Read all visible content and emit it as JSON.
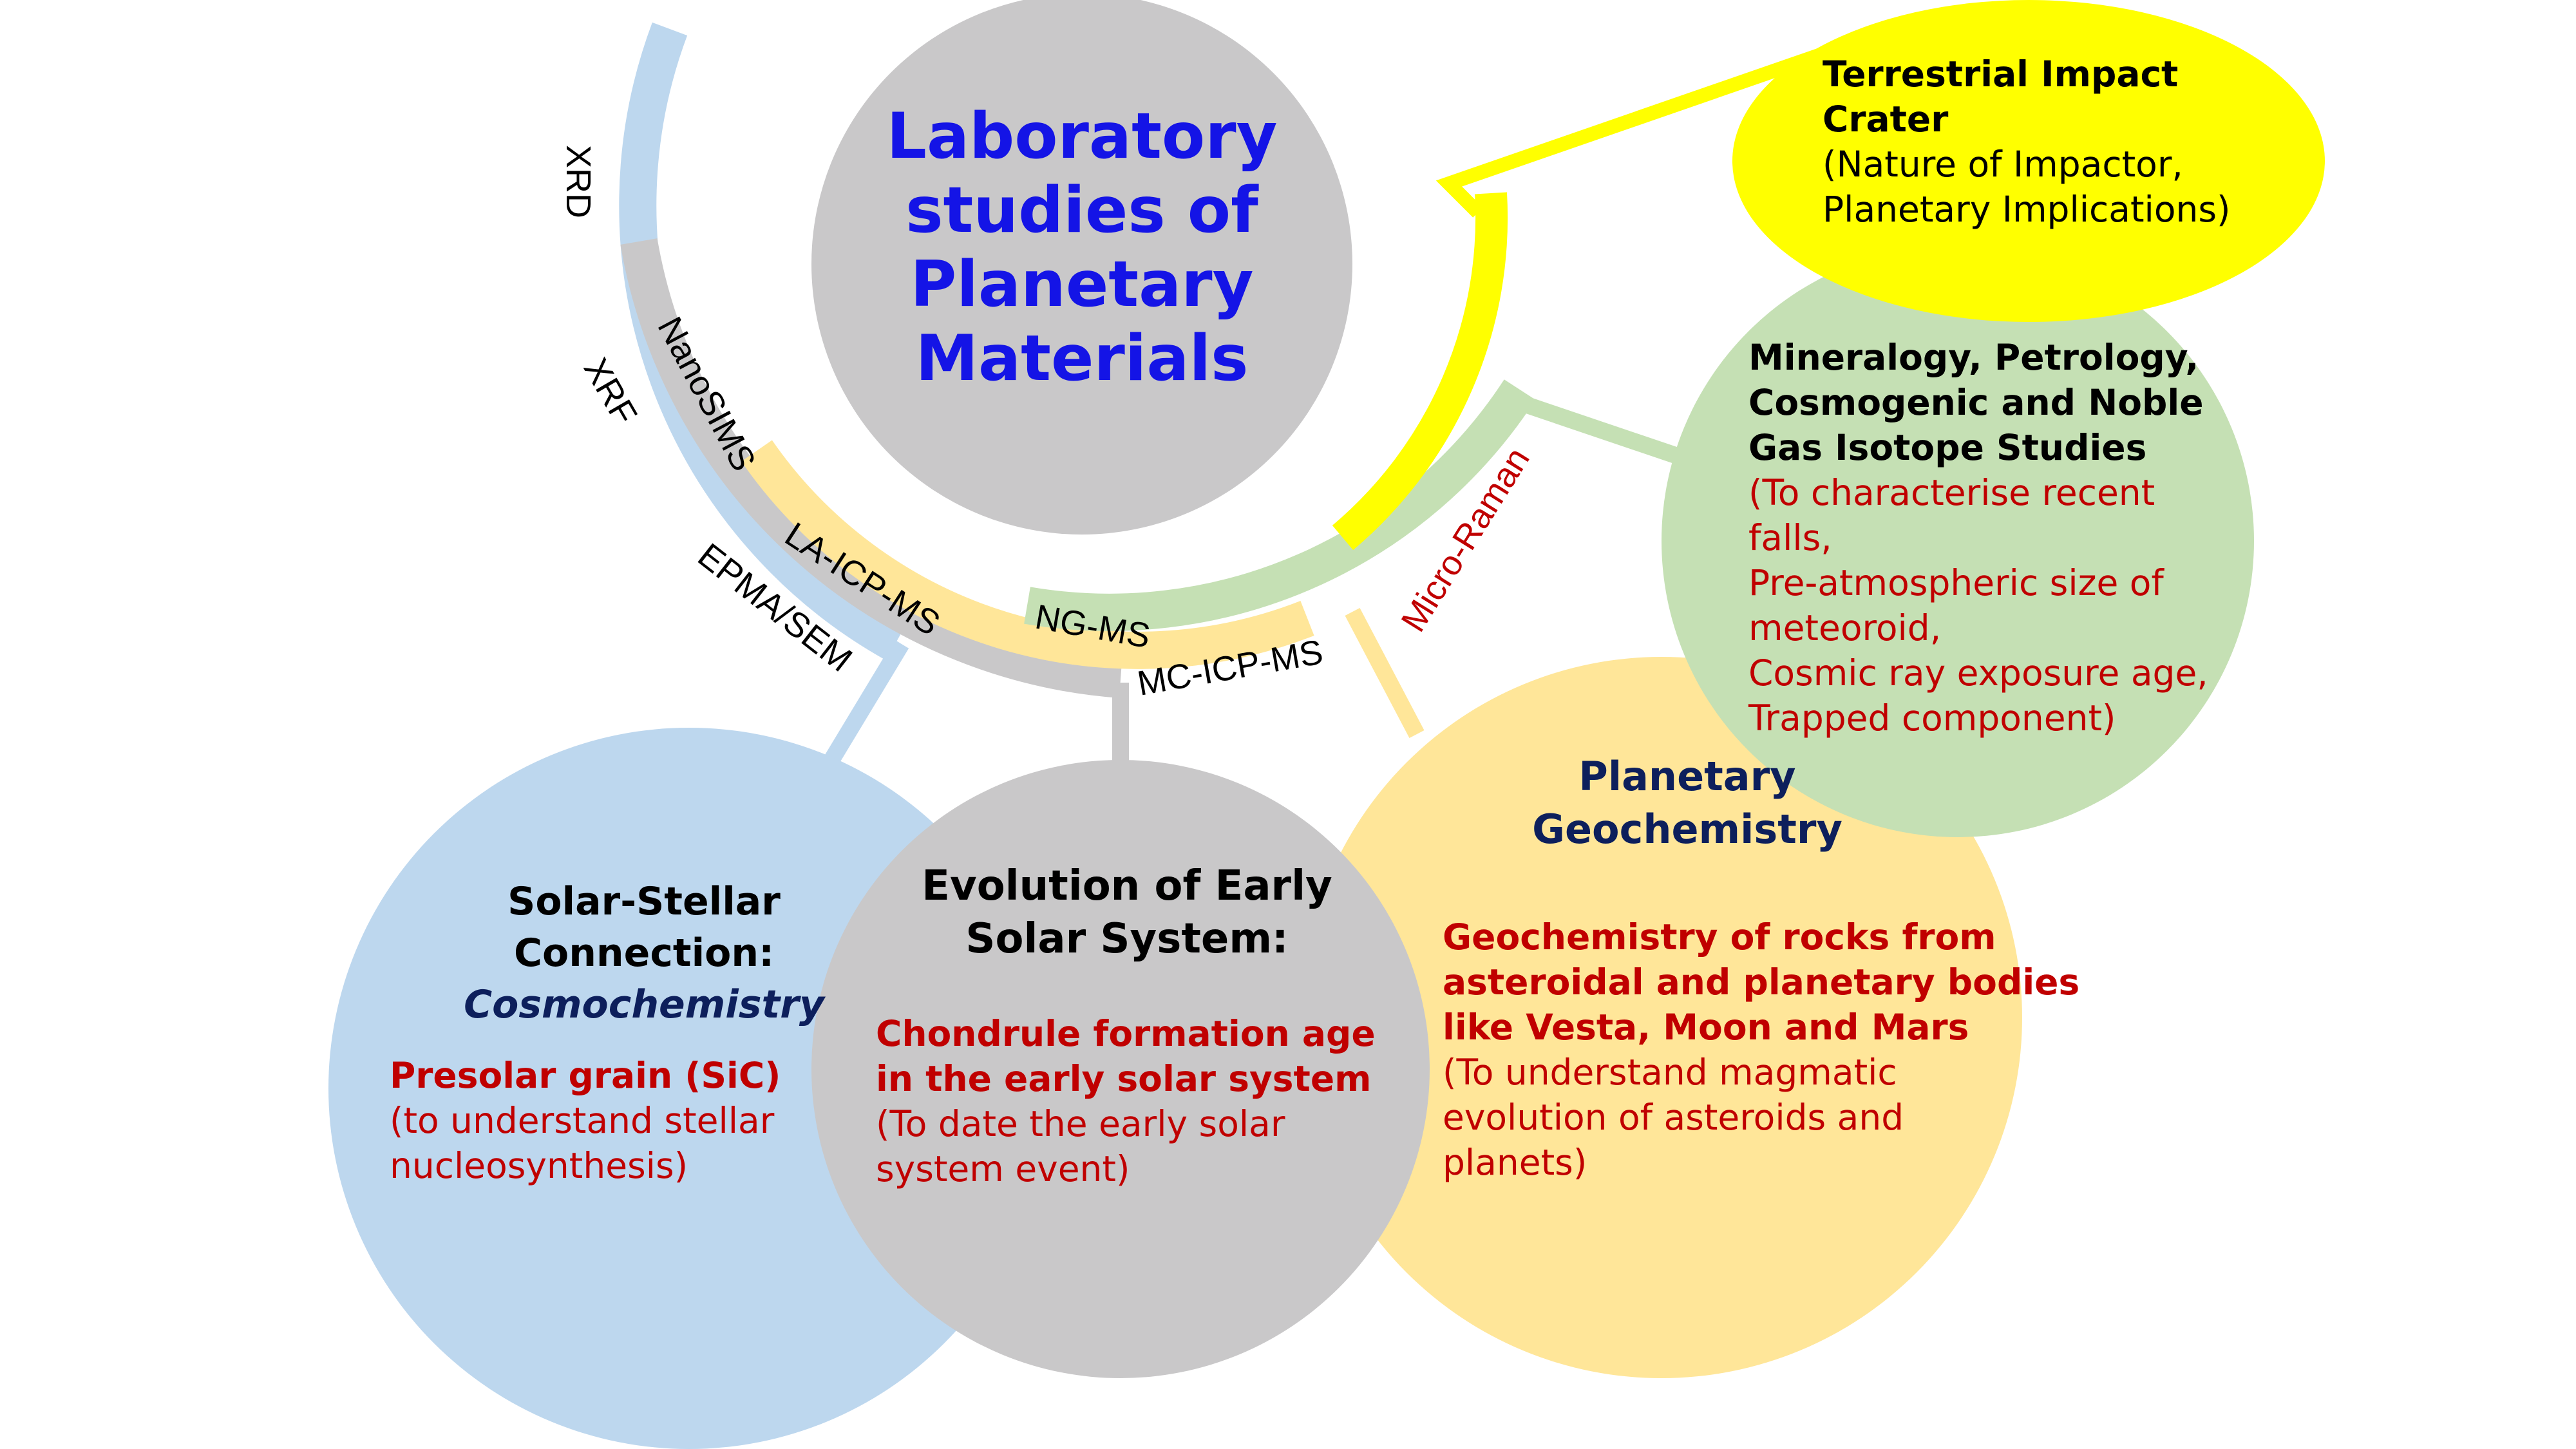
{
  "central": {
    "title_lines": [
      "Laboratory",
      "studies of",
      "Planetary",
      "Materials"
    ]
  },
  "techniques": {
    "xrd": "XRD",
    "xrf": "XRF",
    "nanosims": "NanoSIMS",
    "epma_sem": "EPMA/SEM",
    "la_icp_ms": "LA-ICP-MS",
    "ng_ms": "NG-MS",
    "mc_icp_ms": "MC-ICP-MS",
    "micro_raman": "Micro-Raman"
  },
  "cosmochemistry": {
    "title_lines": [
      "Solar-Stellar",
      "Connection:"
    ],
    "subtitle": "Cosmochemistry",
    "body_bold": "Presolar grain (SiC)",
    "body_lines": [
      "(to understand stellar",
      "nucleosynthesis)"
    ]
  },
  "early_solar_system": {
    "title_lines": [
      "Evolution of Early",
      "Solar System:"
    ],
    "body_bold_lines": [
      "Chondrule formation age",
      "in the early solar system"
    ],
    "body_lines": [
      "(To date the early solar",
      "system event)"
    ]
  },
  "planetary_geochemistry": {
    "title_lines": [
      "Planetary",
      "Geochemistry"
    ],
    "body_bold_lines": [
      "Geochemistry of rocks from",
      "asteroidal and planetary bodies",
      "like Vesta, Moon and Mars"
    ],
    "body_lines": [
      "(To understand magmatic",
      "evolution of asteroids and",
      "planets)"
    ]
  },
  "mineralogy": {
    "heading_lines": [
      "Mineralogy, Petrology,",
      "Cosmogenic and Noble",
      "Gas Isotope Studies"
    ],
    "body_lines": [
      "(To characterise recent",
      "falls,",
      "Pre-atmospheric size of",
      "meteoroid,",
      "Cosmic ray exposure age,",
      "Trapped component)"
    ]
  },
  "impact_crater": {
    "heading_lines": [
      "Terrestrial Impact",
      "Crater"
    ],
    "body_lines": [
      "(Nature of Impactor,",
      "Planetary Implications)"
    ]
  },
  "colors": {
    "blue": "#bdd7ee",
    "gray": "#c9c8c9",
    "yellow_circle": "#ffe699",
    "green": "#c5e0b4",
    "bright_yellow": "#ffff00",
    "title_blue": "#1414e6",
    "dark_red": "#c00000",
    "navy": "#0d1f5c"
  }
}
